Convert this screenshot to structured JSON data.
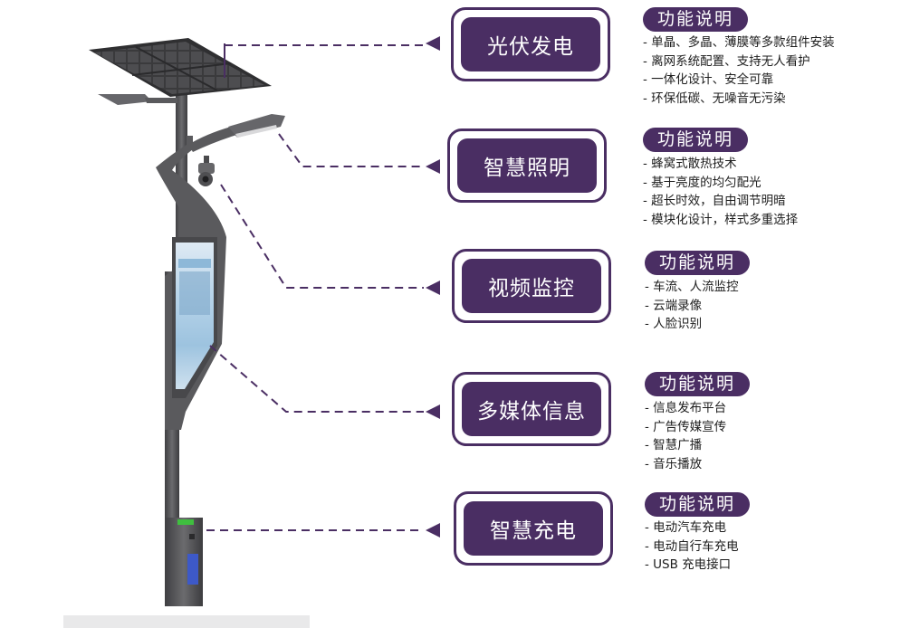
{
  "colors": {
    "accent": "#4a2e63",
    "pole": "#57575a",
    "screen": "#bcd6e8",
    "indicator": "#3fbf3f"
  },
  "features": [
    {
      "id": "solar",
      "title": "光伏发电",
      "desc_title": "功能说明",
      "items": [
        "单晶、多晶、薄膜等多款组件安装",
        "离网系统配置、支持无人看护",
        "一体化设计、安全可靠",
        "环保低碳、无噪音无污染"
      ]
    },
    {
      "id": "lighting",
      "title": "智慧照明",
      "desc_title": "功能说明",
      "items": [
        "蜂窝式散热技术",
        "基于亮度的均匀配光",
        "超长时效，自由调节明暗",
        "模块化设计，样式多重选择"
      ]
    },
    {
      "id": "video",
      "title": "视频监控",
      "desc_title": "功能说明",
      "items": [
        "车流、人流监控",
        "云端录像",
        "人脸识别"
      ]
    },
    {
      "id": "media",
      "title": "多媒体信息",
      "desc_title": "功能说明",
      "items": [
        "信息发布平台",
        "广告传媒宣传",
        "智慧广播",
        "音乐播放"
      ]
    },
    {
      "id": "charging",
      "title": "智慧充电",
      "desc_title": "功能说明",
      "items": [
        "电动汽车充电",
        "电动自行车充电",
        "USB 充电接口"
      ]
    }
  ],
  "icons": {
    "solar_panel": "solar-panel-icon",
    "lamp": "lamp-head-icon",
    "camera": "camera-icon",
    "screen": "display-screen-icon",
    "charger": "charging-pile-icon"
  }
}
